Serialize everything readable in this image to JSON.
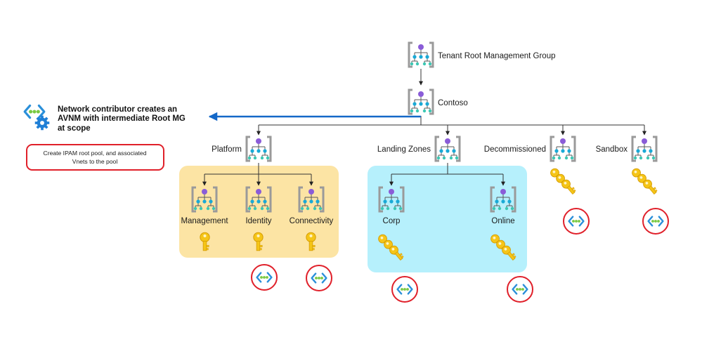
{
  "colors": {
    "platform_box": "#fce4a4",
    "landing_box": "#b6f0fc",
    "callout_arrow": "#1468c8",
    "highlight_circle": "#e0202a",
    "key": "#f5c518",
    "connector": "#333333"
  },
  "icons": {
    "management_group": "management-group-icon",
    "subscription": "subscription-key-icon",
    "vnet": "virtual-network-icon",
    "avnm": "network-manager-icon"
  },
  "groups": {
    "tenant_root": "Tenant Root Management Group",
    "contoso": "Contoso",
    "platform": "Platform",
    "landing_zones": "Landing Zones",
    "decommissioned": "Decommissioned",
    "sandbox": "Sandbox",
    "management": "Management",
    "identity": "Identity",
    "connectivity": "Connectivity",
    "corp": "Corp",
    "online": "Online"
  },
  "callout": {
    "line1": "Network contributor creates an",
    "line2": "AVNM with intermediate Root MG",
    "line3": "at scope"
  },
  "note": {
    "line1": "Create IPAM root pool, and associated",
    "line2": "Vnets to the pool"
  }
}
